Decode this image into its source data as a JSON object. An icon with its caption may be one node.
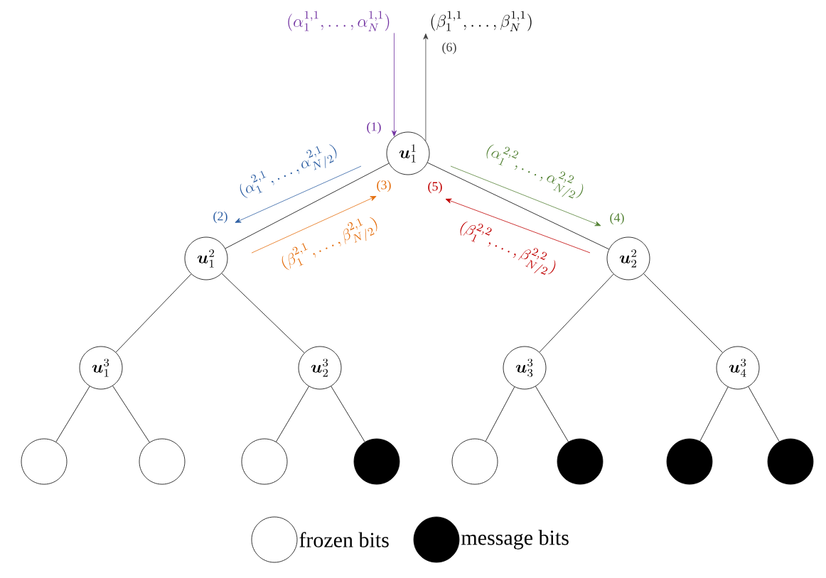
{
  "diagram": {
    "nodes": [
      {
        "text": [
          "(\\alpha_1^{1,1},\\ldots,\\alpha_N^{1,1})"
        ]
      },
      {
        "text": [
          "(\\beta_1^{1,1},\\ldots,\\beta_N^{1,1})"
        ]
      },
      {
        "text": [
          "\\boldsymbol{u}_1^1"
        ]
      },
      {
        "text": [
          "\\boldsymbol{u}_1^2"
        ]
      },
      {
        "text": [
          "\\boldsymbol{u}_2^2"
        ]
      },
      {
        "text": [
          "\\boldsymbol{u}_1^3"
        ]
      },
      {
        "text": [
          "\\boldsymbol{u}_2^3"
        ]
      },
      {
        "text": [
          "\\boldsymbol{u}_3^3"
        ]
      },
      {
        "text": [
          "\\boldsymbol{u}_4^3"
        ]
      },
      {
        "text": [],
        "shape": "circle"
      },
      {
        "text": [],
        "shape": "circle"
      },
      {
        "text": [],
        "shape": "circle"
      },
      {
        "text": [],
        "shape": "circle"
      },
      {
        "text": [],
        "shape": "circle"
      },
      {
        "text": [],
        "shape": "circle"
      },
      {
        "text": [],
        "shape": "circle"
      },
      {
        "text": [],
        "shape": "circle"
      }
    ],
    "edges": [
      {
        "from": 0,
        "to": 2,
        "arrow": "to",
        "color": "#7030a0"
      },
      {
        "from": 2,
        "to": 1,
        "arrow": "to",
        "color": "#404040"
      },
      {
        "from": 2,
        "to": 3,
        "arrow": "none"
      },
      {
        "from": 2,
        "to": 4,
        "arrow": "none"
      },
      {
        "from": 2,
        "to": 3,
        "arrow": "to",
        "color": "#2e5fa3",
        "label": "(\\alpha_1^{2,1},\\ldots,\\alpha_{N/2}^{2,1})"
      },
      {
        "from": 3,
        "to": 2,
        "arrow": "to",
        "color": "#e46c0a",
        "label": "(\\beta_1^{2,1},\\ldots,\\beta_{N/2}^{2,1})"
      },
      {
        "from": 2,
        "to": 4,
        "arrow": "to",
        "color": "#548235",
        "label": "(\\alpha_1^{2,2},\\ldots,\\alpha_{N/2}^{2,2})"
      },
      {
        "from": 4,
        "to": 2,
        "arrow": "to",
        "color": "#c00000",
        "label": "(\\beta_1^{2,2},\\ldots,\\beta_{N/2}^{2,2})"
      },
      {
        "from": 3,
        "to": 5,
        "arrow": "none"
      },
      {
        "from": 3,
        "to": 6,
        "arrow": "none"
      },
      {
        "from": 4,
        "to": 7,
        "arrow": "none"
      },
      {
        "from": 4,
        "to": 8,
        "arrow": "none"
      },
      {
        "from": 5,
        "to": 9,
        "arrow": "none"
      },
      {
        "from": 5,
        "to": 10,
        "arrow": "none"
      },
      {
        "from": 6,
        "to": 11,
        "arrow": "none"
      },
      {
        "from": 6,
        "to": 12,
        "arrow": "none"
      },
      {
        "from": 7,
        "to": 13,
        "arrow": "none"
      },
      {
        "from": 7,
        "to": 14,
        "arrow": "none"
      },
      {
        "from": 8,
        "to": 15,
        "arrow": "none"
      },
      {
        "from": 8,
        "to": 16,
        "arrow": "none"
      }
    ],
    "labels": [
      "(1)",
      "(2)",
      "(3)",
      "(4)",
      "(5)",
      "(6)"
    ],
    "legend": [
      {
        "text": "frozen bits"
      },
      {
        "text": "message bits"
      }
    ]
  }
}
